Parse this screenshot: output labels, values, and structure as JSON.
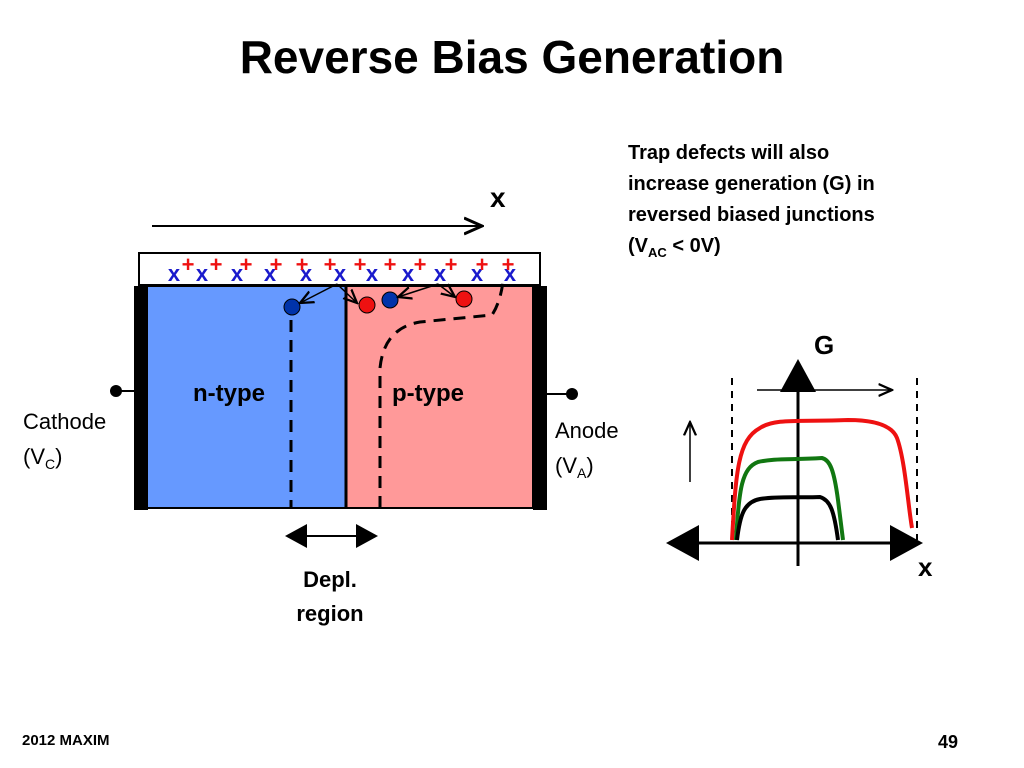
{
  "slide": {
    "title": "Reverse Bias Generation",
    "note": {
      "line1": "Trap defects will also",
      "line2": "increase generation (G) in",
      "line3": "reversed biased junctions",
      "line4_prefix": "(V",
      "line4_sub": "AC",
      "line4_suffix": " < 0V)"
    },
    "footer_left": "2012 MAXIM",
    "page_number": "49"
  },
  "diagram": {
    "x_axis_label": "x",
    "n_label": "n-type",
    "p_label": "p-type",
    "cathode_label": "Cathode",
    "cathode_symbol_prefix": "(V",
    "cathode_symbol_sub": "C",
    "cathode_symbol_suffix": ")",
    "anode_label": "Anode",
    "anode_symbol_prefix": "(V",
    "anode_symbol_sub": "A",
    "anode_symbol_suffix": ")",
    "depl_line1": "Depl.",
    "depl_line2": "region",
    "trap_mark": "x",
    "plus_mark": "+",
    "trap_count": 11,
    "plus_count": 12,
    "colors": {
      "n_region": "#6699ff",
      "p_region": "#ff9999",
      "electron": "#0033aa",
      "hole": "#ee1111",
      "trap": "#1a1acc",
      "plus": "#ee1111"
    }
  },
  "graph": {
    "y_label": "G",
    "x_label": "x",
    "curves": [
      {
        "name": "high",
        "color": "#ee1111"
      },
      {
        "name": "medium",
        "color": "#117711"
      },
      {
        "name": "low",
        "color": "#000000"
      }
    ]
  }
}
